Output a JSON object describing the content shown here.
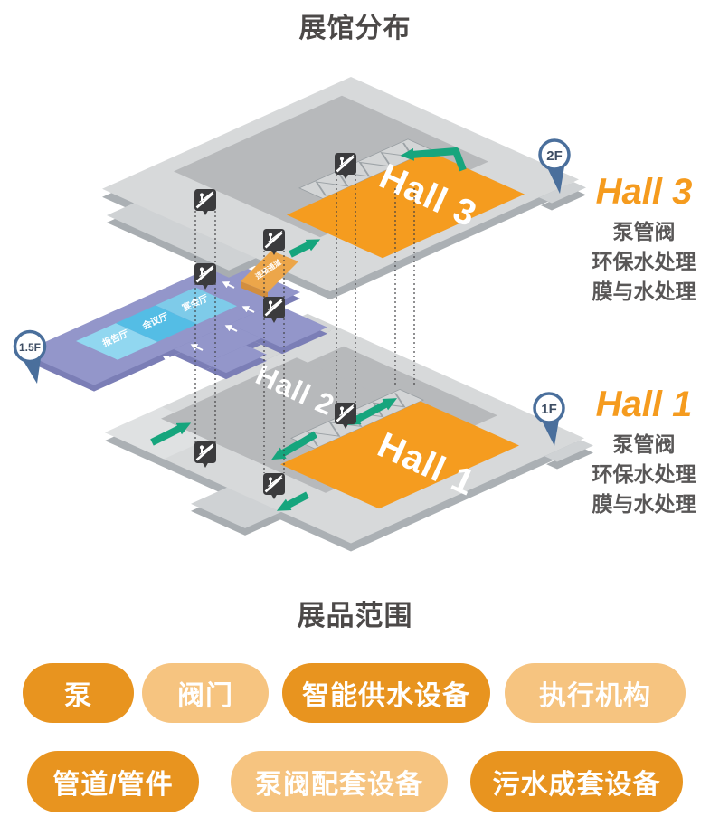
{
  "title": "展馆分布",
  "map": {
    "floor2": {
      "hall_label": "Hall 3",
      "pin": "2F"
    },
    "floor1": {
      "hall1_label": "Hall 1",
      "hall2_label": "Hall 2",
      "pin": "1F"
    },
    "mezzanine": {
      "pin": "1.5F",
      "rooms": [
        "宴会厅",
        "会议厅",
        "报告厅"
      ],
      "ramp_label": "连接通道"
    }
  },
  "hall_infos": [
    {
      "name": "Hall 3",
      "cat1": "泵管阀",
      "cat2": "环保水处理",
      "cat3": "膜与水处理"
    },
    {
      "name": "Hall 1",
      "cat1": "泵管阀",
      "cat2": "环保水处理",
      "cat3": "膜与水处理"
    }
  ],
  "products": {
    "title": "展品范围",
    "row1": [
      {
        "label": "泵",
        "variant": "dark"
      },
      {
        "label": "阀门",
        "variant": "light"
      },
      {
        "label": "智能供水设备",
        "variant": "dark"
      },
      {
        "label": "执行机构",
        "variant": "light"
      }
    ],
    "row2": [
      {
        "label": "管道/管件",
        "variant": "dark"
      },
      {
        "label": "泵阀配套设备",
        "variant": "light"
      },
      {
        "label": "污水成套设备",
        "variant": "dark"
      }
    ]
  },
  "colors": {
    "accent_orange": "#F59B1E",
    "pill_dark": "#E8941F",
    "pill_light": "#F6C480",
    "purple": "#9396CA",
    "green": "#16A57D",
    "pin_blue": "#4A6F9C"
  }
}
